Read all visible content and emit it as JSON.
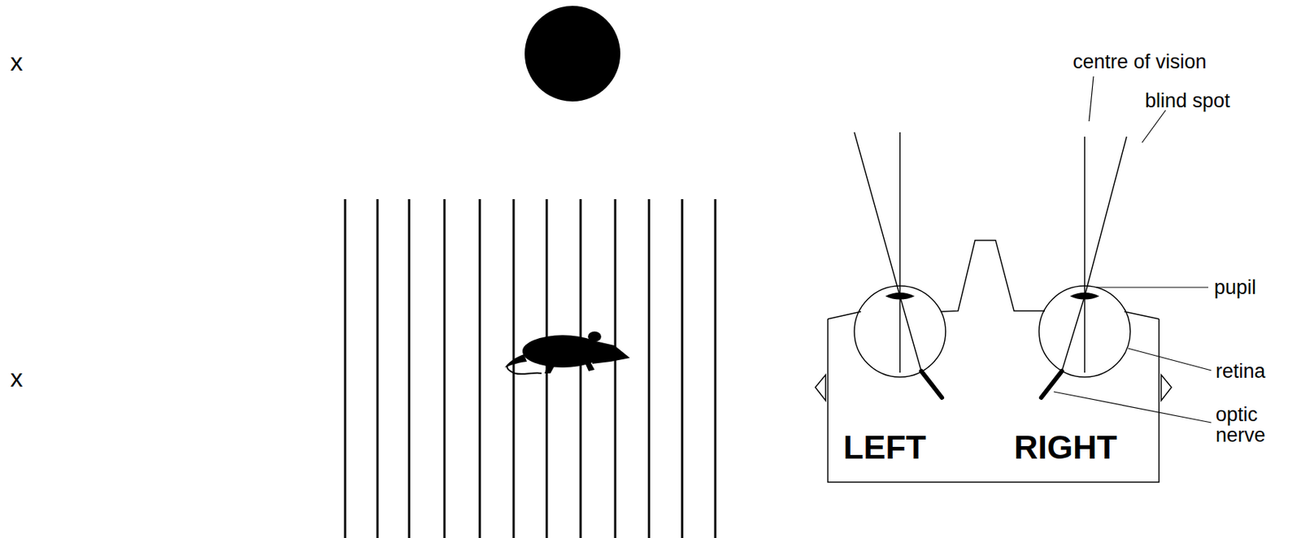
{
  "diagram": {
    "labels": [
      "x",
      "x",
      "centre of vision",
      "blind spot",
      "pupil",
      "retina",
      "optic nerve",
      "LEFT",
      "RIGHT"
    ]
  }
}
